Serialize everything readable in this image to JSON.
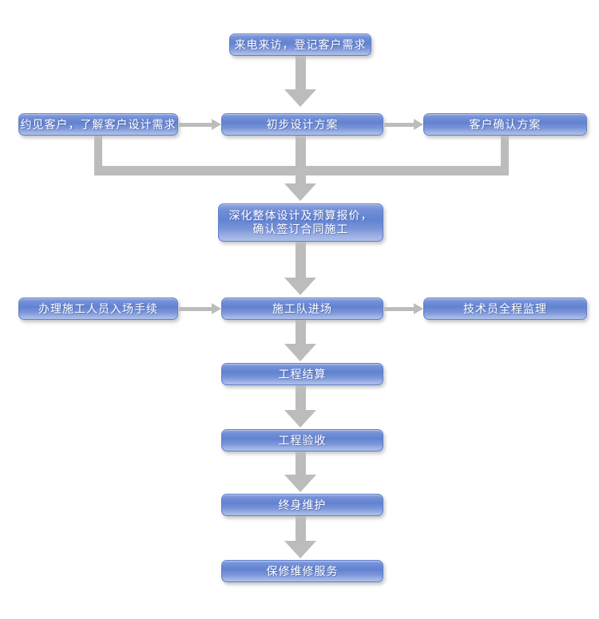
{
  "nodes": {
    "intake": {
      "label": "来电来访，登记客户需求"
    },
    "meet_client": {
      "label": "约见客户，了解客户设计需求"
    },
    "preliminary_design": {
      "label": "初步设计方案"
    },
    "client_confirm": {
      "label": "客户确认方案"
    },
    "deepen_design": {
      "line1": "深化整体设计及预算报价，",
      "line2": "确认签订合同施工"
    },
    "entry_procedures": {
      "label": "办理施工人员入场手续"
    },
    "team_entry": {
      "label": "施工队进场"
    },
    "supervision": {
      "label": "技术员全程监理"
    },
    "settlement": {
      "label": "工程结算"
    },
    "acceptance": {
      "label": "工程验收"
    },
    "lifetime_maintenance": {
      "label": "终身维护"
    },
    "warranty_service": {
      "label": "保修维修服务"
    }
  },
  "colors": {
    "node_gradient_top": "#93a9e0",
    "node_gradient_mid": "#6282d1",
    "node_gradient_bottom": "#aebfe9",
    "node_border": "#5f7ecb",
    "arrow": "#bcbcbc",
    "node_text": "#ffffff",
    "background": "#ffffff"
  }
}
